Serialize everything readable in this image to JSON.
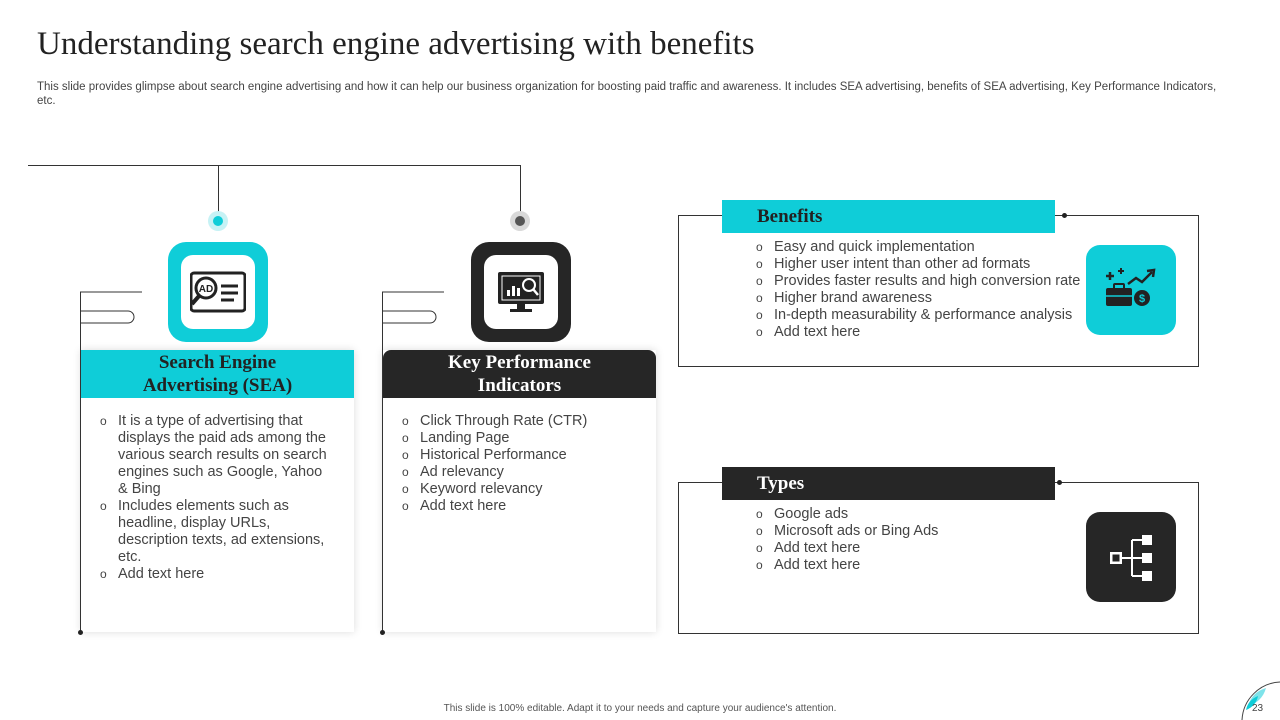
{
  "slide": {
    "title": "Understanding search engine advertising with benefits",
    "subtitle": "This slide provides glimpse about search engine advertising and how it can help our business organization for boosting paid traffic and awareness. It includes SEA advertising, benefits of SEA advertising, Key Performance Indicators, etc.",
    "footer": "This slide is 100% editable. Adapt it to your needs and capture your audience's attention.",
    "page_number": "23"
  },
  "colors": {
    "accent": "#0fcdd8",
    "dark": "#262626"
  },
  "sea": {
    "heading": "Search Engine Advertising (SEA)",
    "icon": "ad-search-icon",
    "items": [
      "It is a type of advertising that displays the paid ads among the various search results on search engines such as Google, Yahoo & Bing",
      "Includes elements such as headline, display URLs, description texts, ad extensions, etc.",
      "Add text here"
    ]
  },
  "kpi": {
    "heading": "Key Performance Indicators",
    "icon": "monitor-analytics-icon",
    "items": [
      "Click Through Rate (CTR)",
      "Landing Page",
      "Historical Performance",
      "Ad relevancy",
      "Keyword relevancy",
      "Add text here"
    ]
  },
  "benefits": {
    "heading": "Benefits",
    "icon": "growth-briefcase-icon",
    "items": [
      "Easy and quick implementation",
      "Higher user intent than other ad formats",
      "Provides faster results and high conversion rate",
      "Higher brand awareness",
      "In-depth measurability & performance analysis",
      "Add text here"
    ]
  },
  "types": {
    "heading": "Types",
    "icon": "hierarchy-icon",
    "items": [
      "Google ads",
      "Microsoft ads or Bing Ads",
      "Add text here",
      "Add text here"
    ]
  }
}
